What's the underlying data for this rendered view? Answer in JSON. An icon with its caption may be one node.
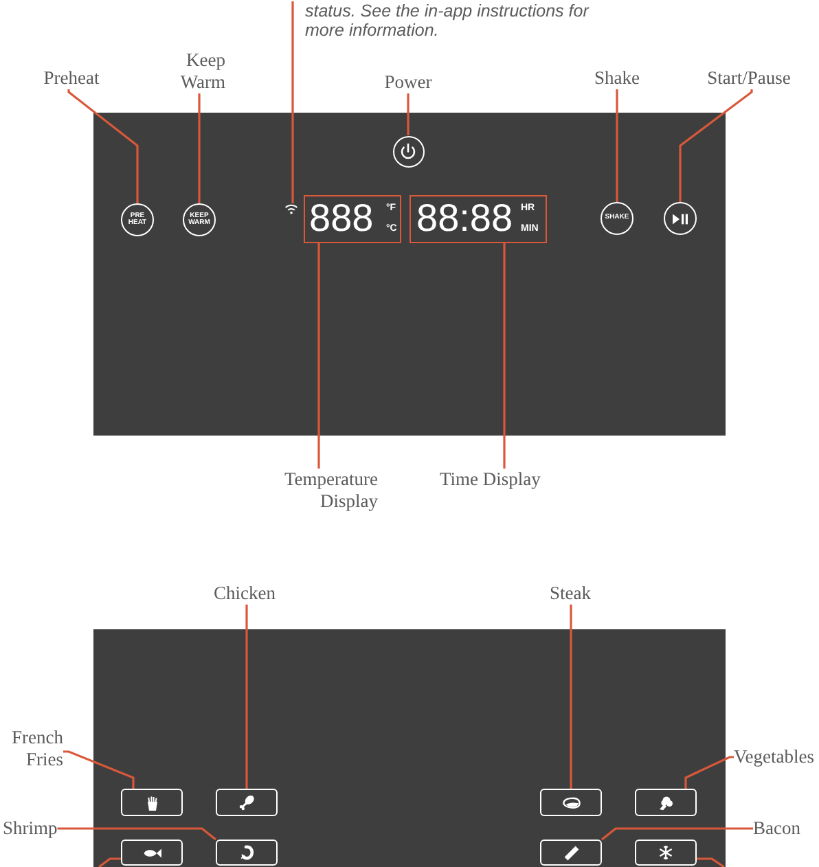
{
  "diagram": {
    "nodes": [
      {
        "text": [
          "status. See the in-app instructions for more information."
        ]
      },
      {
        "text": [
          "Preheat"
        ]
      },
      {
        "text": [
          "Keep Warm"
        ]
      },
      {
        "text": [
          "Power"
        ]
      },
      {
        "text": [
          "Shake"
        ]
      },
      {
        "text": [
          "Start/Pause"
        ]
      },
      {
        "text": [],
        "shape": "box"
      },
      {
        "text": [
          "PRE HEAT"
        ],
        "in": 6
      },
      {
        "text": [
          "KEEP WARM"
        ],
        "in": 6
      },
      {
        "text": [],
        "shape": "picture",
        "in": 6
      },
      {
        "text": [],
        "shape": "circle",
        "in": 6
      },
      {
        "text": [
          "888",
          "°F",
          "°C"
        ],
        "in": 6
      },
      {
        "text": [
          "88:88",
          "HR",
          "MIN"
        ],
        "in": 6
      },
      {
        "text": [
          "SHAKE"
        ],
        "in": 6
      },
      {
        "text": [],
        "shape": "circle",
        "in": 6
      },
      {
        "text": [
          "Temperature Display"
        ]
      },
      {
        "text": [
          "Time Display"
        ]
      },
      {
        "text": [
          "Chicken"
        ]
      },
      {
        "text": [
          "Steak"
        ]
      },
      {
        "text": [],
        "shape": "box"
      },
      {
        "text": [],
        "shape": "box",
        "in": 19
      },
      {
        "text": [],
        "shape": "box",
        "in": 19
      },
      {
        "text": [],
        "shape": "box",
        "in": 19
      },
      {
        "text": [],
        "shape": "box",
        "in": 19
      },
      {
        "text": [],
        "shape": "box",
        "in": 19
      },
      {
        "text": [],
        "shape": "box",
        "in": 19
      },
      {
        "text": [],
        "shape": "box",
        "in": 19
      },
      {
        "text": [],
        "shape": "box",
        "in": 19
      },
      {
        "text": [
          "French Fries"
        ]
      },
      {
        "text": [
          "Vegetables"
        ]
      },
      {
        "text": [
          "Shrimp"
        ]
      },
      {
        "text": [
          "Bacon"
        ]
      }
    ],
    "edges": [
      {
        "from": 0,
        "to": 9,
        "arrow": "none"
      },
      {
        "from": 1,
        "to": 7,
        "arrow": "none"
      },
      {
        "from": 2,
        "to": 8,
        "arrow": "none"
      },
      {
        "from": 3,
        "to": 10,
        "arrow": "none"
      },
      {
        "from": 4,
        "to": 13,
        "arrow": "none"
      },
      {
        "from": 5,
        "to": 14,
        "arrow": "none"
      },
      {
        "from": 15,
        "to": 11,
        "arrow": "none"
      },
      {
        "from": 16,
        "to": 12,
        "arrow": "none"
      },
      {
        "from": 17,
        "to": 21,
        "arrow": "none"
      },
      {
        "from": 18,
        "to": 22,
        "arrow": "none"
      },
      {
        "from": 28,
        "to": 20,
        "arrow": "none"
      },
      {
        "from": 29,
        "to": 23,
        "arrow": "none"
      },
      {
        "from": 30,
        "to": 25,
        "arrow": "none"
      },
      {
        "from": 31,
        "to": 26,
        "arrow": "none"
      },
      {
        "from": null,
        "to": 24,
        "arrow": "none"
      },
      {
        "from": null,
        "to": 27,
        "arrow": "none"
      }
    ]
  }
}
